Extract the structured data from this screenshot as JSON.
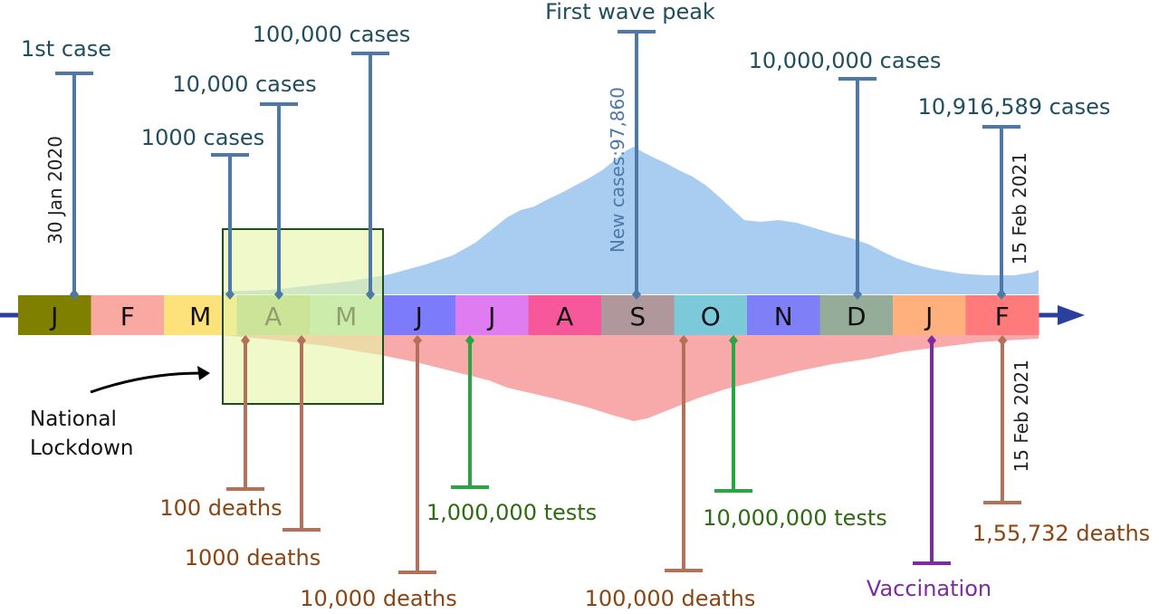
{
  "months": [
    {
      "label": "J",
      "color": "#808000"
    },
    {
      "label": "F",
      "color": "#f9a8a2"
    },
    {
      "label": "M",
      "color": "#fde27c"
    },
    {
      "label": "A",
      "color": "#9fc97f"
    },
    {
      "label": "M",
      "color": "#9fdcae"
    },
    {
      "label": "J",
      "color": "#7b7bfc"
    },
    {
      "label": "J",
      "color": "#df7cf2"
    },
    {
      "label": "A",
      "color": "#f7579b"
    },
    {
      "label": "S",
      "color": "#b0979b"
    },
    {
      "label": "O",
      "color": "#7cc9d9"
    },
    {
      "label": "N",
      "color": "#7f7ff8"
    },
    {
      "label": "D",
      "color": "#94ac98"
    },
    {
      "label": "J",
      "color": "#ffb07c"
    },
    {
      "label": "F",
      "color": "#ff7b7b"
    }
  ],
  "colors": {
    "cases": "#4e79a7",
    "cases_text": "#1f4e5f",
    "deaths": "#b3715a",
    "deaths_text": "#8b4513",
    "tests": "#2ca444",
    "tests_text": "#2f6b12",
    "vaccination": "#7b2da0",
    "arrow": "#2b3f9e",
    "new_cases_area": "#a9cdf1",
    "deaths_area": "#f8a9a9",
    "lockdown_fill": "#e6f5a8",
    "lockdown_border": "#1f4d1f"
  },
  "events_above": [
    {
      "label": "1st case",
      "date_label": "30 Jan 2020"
    },
    {
      "label": "1000 cases",
      "date_label": ""
    },
    {
      "label": "10,000 cases",
      "date_label": ""
    },
    {
      "label": "100,000 cases",
      "date_label": ""
    },
    {
      "label": "First wave peak",
      "date_label": "New cases:97,860"
    },
    {
      "label": "10,000,000 cases",
      "date_label": ""
    },
    {
      "label": "10,916,589 cases",
      "date_label": "15 Feb 2021"
    }
  ],
  "events_below": [
    {
      "label": "100 deaths",
      "kind": "deaths"
    },
    {
      "label": "1000 deaths",
      "kind": "deaths"
    },
    {
      "label": "10,000 deaths",
      "kind": "deaths"
    },
    {
      "label": "1,000,000 tests",
      "kind": "tests"
    },
    {
      "label": "100,000 deaths",
      "kind": "deaths"
    },
    {
      "label": "10,000,000 tests",
      "kind": "tests"
    },
    {
      "label": "Vaccination",
      "kind": "vaccination"
    },
    {
      "label": "1,55,732 deaths",
      "kind": "deaths",
      "date_label": "15 Feb 2021"
    }
  ],
  "lockdown": {
    "label_line1": "National",
    "label_line2": "Lockdown"
  }
}
